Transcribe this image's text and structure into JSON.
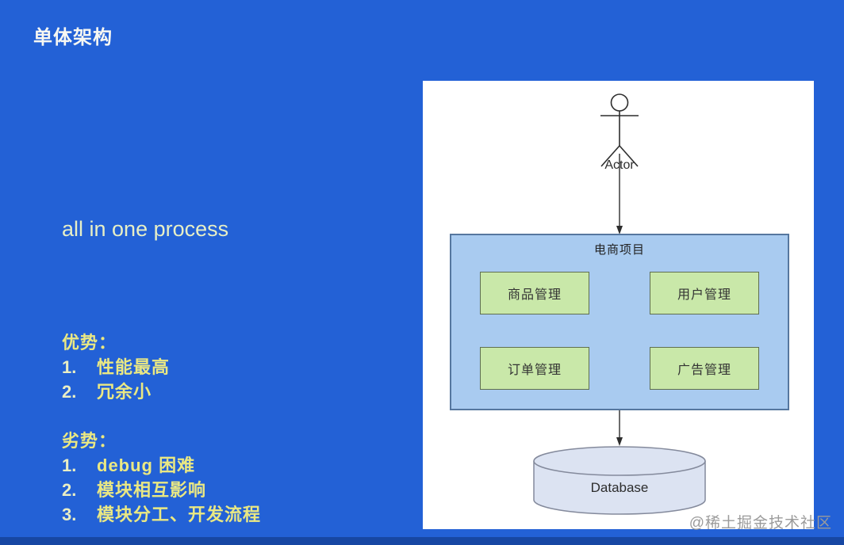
{
  "page": {
    "title": "单体架构",
    "tagline": "all in one process",
    "pros": {
      "heading": "优势：",
      "items": [
        {
          "num": "1.",
          "text": "性能最高"
        },
        {
          "num": "2.",
          "text": "冗余小"
        }
      ]
    },
    "cons": {
      "heading": "劣势：",
      "items": [
        {
          "num": "1.",
          "text": "debug 困难"
        },
        {
          "num": "2.",
          "text": "模块相互影响"
        },
        {
          "num": "3.",
          "text": "模块分工、开发流程"
        }
      ]
    }
  },
  "diagram": {
    "actor_label": "Actor",
    "system_title": "电商项目",
    "modules": [
      {
        "label": "商品管理"
      },
      {
        "label": "用户管理"
      },
      {
        "label": "订单管理"
      },
      {
        "label": "广告管理"
      }
    ],
    "database_label": "Database"
  },
  "watermark": "@稀土掘金技术社区",
  "colors": {
    "background": "#2361d6",
    "footer_bar": "#1747a3",
    "title_text": "#f7f7f2",
    "tagline_text": "#e7efc6",
    "list_text": "#eae883",
    "panel": "#ffffff",
    "system_box_fill": "#a9cbf0",
    "system_box_border": "#56779f",
    "module_fill": "#c9e8a9",
    "module_border": "#5f6f50",
    "cylinder_fill": "#dce3f2",
    "cylinder_border": "#848a9c",
    "diagram_line": "#2d2d2d",
    "watermark_text": "#9b9b9b"
  }
}
